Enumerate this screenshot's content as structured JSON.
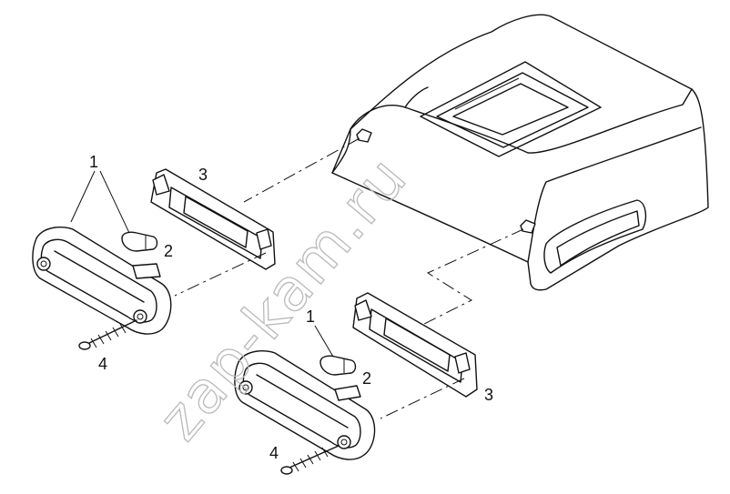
{
  "watermark": "zap-kam.ru",
  "callouts": {
    "c1_top": "1",
    "c2_top": "2",
    "c3_top": "3",
    "c4_top": "4",
    "c1_bottom": "1",
    "c2_bottom": "2",
    "c3_bottom": "3",
    "c4_bottom": "4"
  },
  "colors": {
    "line": "#111111",
    "watermark": "#b9b9b9",
    "background": "#ffffff"
  }
}
